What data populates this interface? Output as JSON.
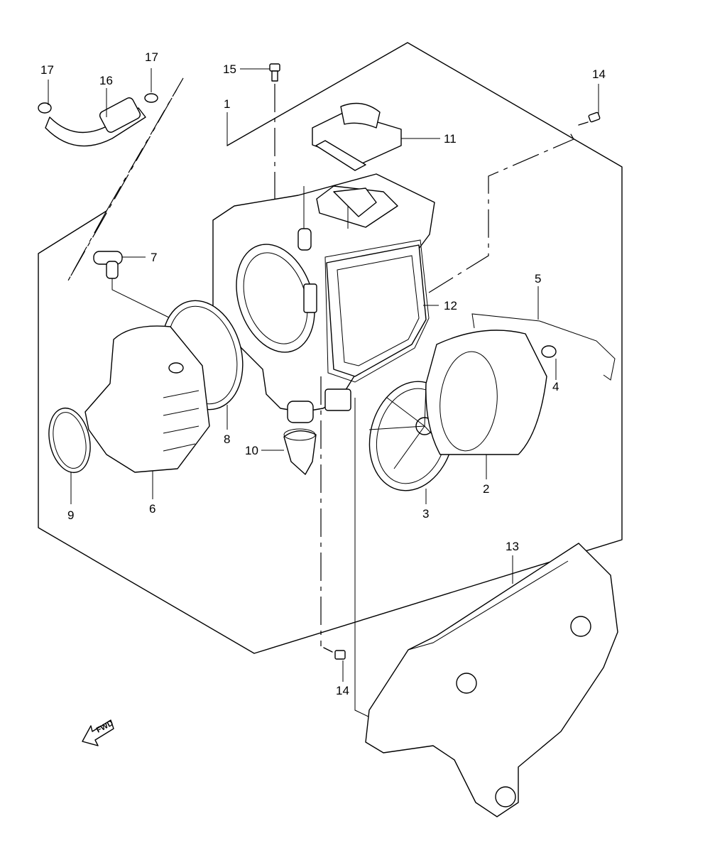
{
  "callouts": [
    {
      "id": "c1",
      "text": "1"
    },
    {
      "id": "c2",
      "text": "2"
    },
    {
      "id": "c3",
      "text": "3"
    },
    {
      "id": "c4",
      "text": "4"
    },
    {
      "id": "c5",
      "text": "5"
    },
    {
      "id": "c6",
      "text": "6"
    },
    {
      "id": "c7",
      "text": "7"
    },
    {
      "id": "c8",
      "text": "8"
    },
    {
      "id": "c9",
      "text": "9"
    },
    {
      "id": "c10",
      "text": "10"
    },
    {
      "id": "c11",
      "text": "11"
    },
    {
      "id": "c12",
      "text": "12"
    },
    {
      "id": "c13",
      "text": "13"
    },
    {
      "id": "c14a",
      "text": "14"
    },
    {
      "id": "c14b",
      "text": "14"
    },
    {
      "id": "c15",
      "text": "15"
    },
    {
      "id": "c16",
      "text": "16"
    },
    {
      "id": "c17a",
      "text": "17"
    },
    {
      "id": "c17b",
      "text": "17"
    }
  ],
  "fwd_label": "FWD"
}
